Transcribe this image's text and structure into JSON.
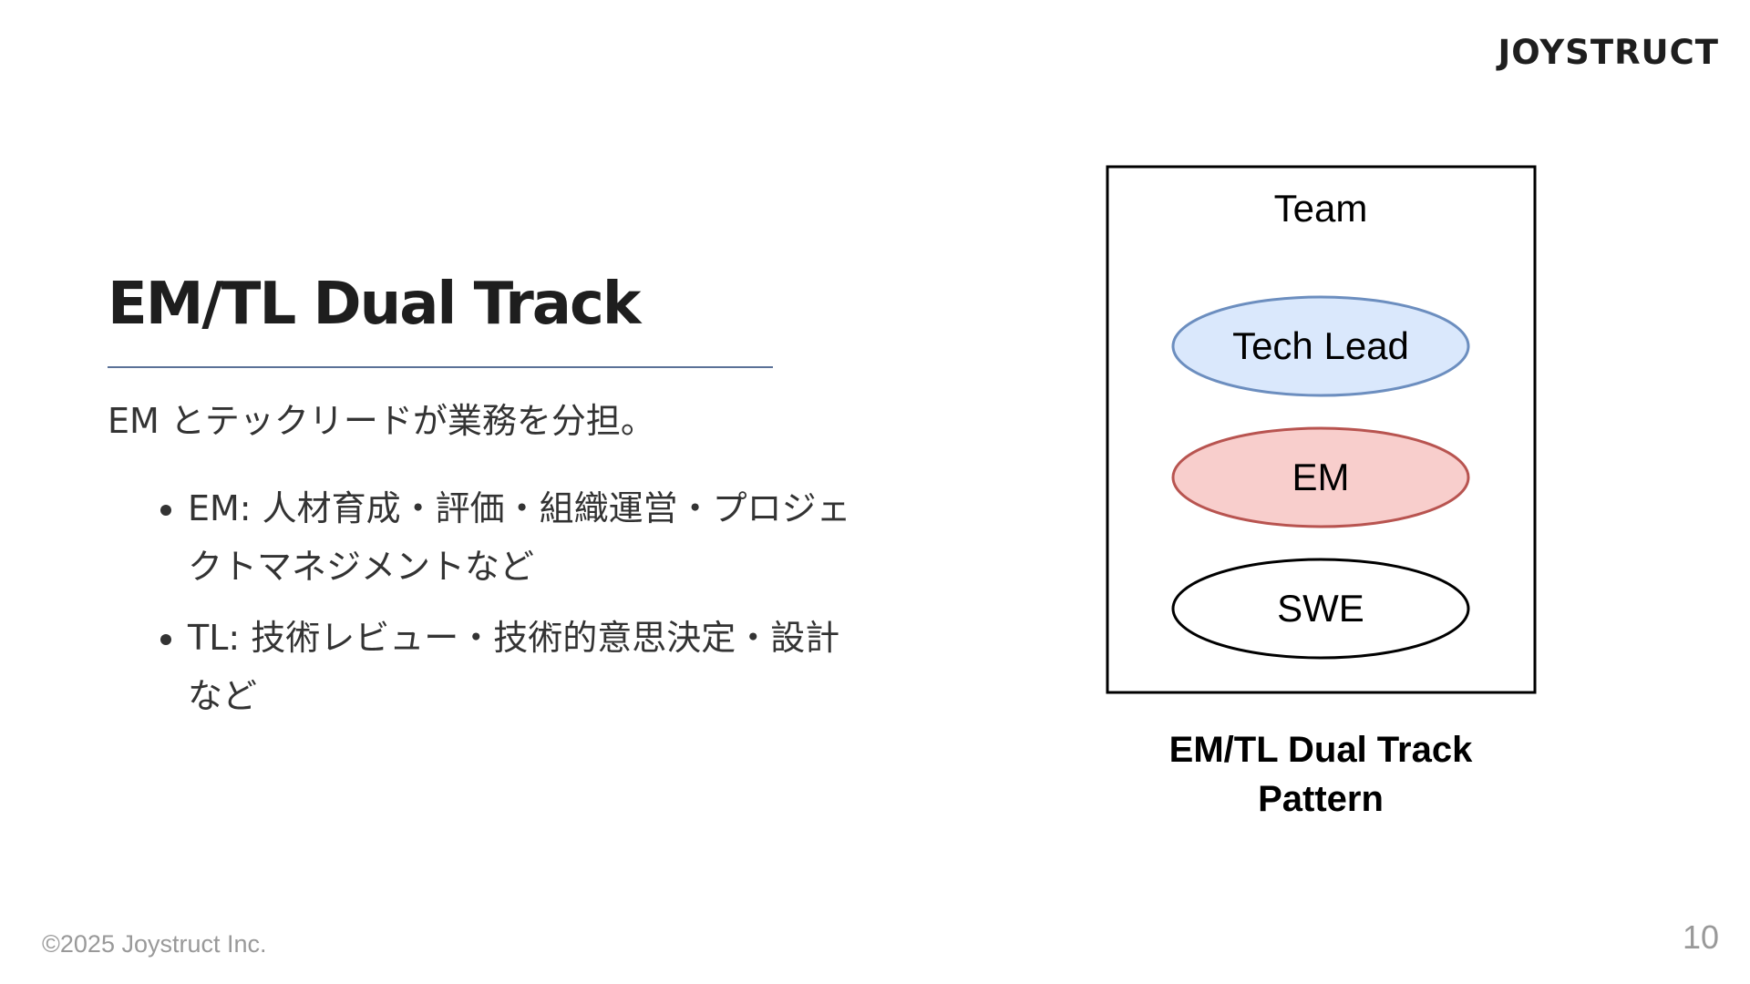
{
  "logo": {
    "text": "JOYSTRUCT"
  },
  "slide": {
    "title": "EM/TL Dual Track",
    "lead": "EM とテックリードが業務を分担。",
    "bullets": [
      "EM: 人材育成・評価・組織運営・プロジェクトマネジメントなど",
      "TL: 技術レビュー・技術的意思決定・設計など"
    ]
  },
  "diagram": {
    "container_label": "Team",
    "roles": [
      {
        "label": "Tech Lead",
        "fill": "#dae8fc",
        "stroke": "#6c8ebf"
      },
      {
        "label": "EM",
        "fill": "#f8cecc",
        "stroke": "#b85450"
      },
      {
        "label": "SWE",
        "fill": "#ffffff",
        "stroke": "#000000"
      }
    ],
    "caption_lines": [
      "EM/TL Dual Track",
      "Pattern"
    ]
  },
  "footer": {
    "copyright": "©2025 Joystruct Inc."
  },
  "page_number": "10",
  "colors": {
    "title_rule": "#5a7197",
    "footer_text": "#999999"
  }
}
